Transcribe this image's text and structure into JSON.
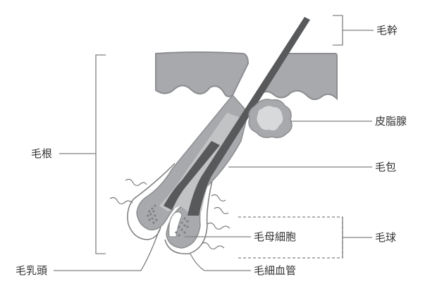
{
  "diagram": {
    "subject": "hair follicle cross-section",
    "colors": {
      "skin": "#a8a9ac",
      "skin_edge": "#8d8e91",
      "inner_sheath": "#c2c3c5",
      "hair_shaft": "#58595b",
      "gland_outer": "#a8a9ac",
      "gland_inner": "#d8d9da",
      "line": "#808080",
      "text": "#333333"
    },
    "labels": {
      "hair_shaft": "毛幹",
      "sebaceous_gland": "皮脂腺",
      "follicle": "毛包",
      "hair_matrix_cell": "毛母細胞",
      "hair_bulb": "毛球",
      "hair_root": "毛根",
      "dermal_papilla": "毛乳頭",
      "capillary": "毛細血管"
    }
  }
}
